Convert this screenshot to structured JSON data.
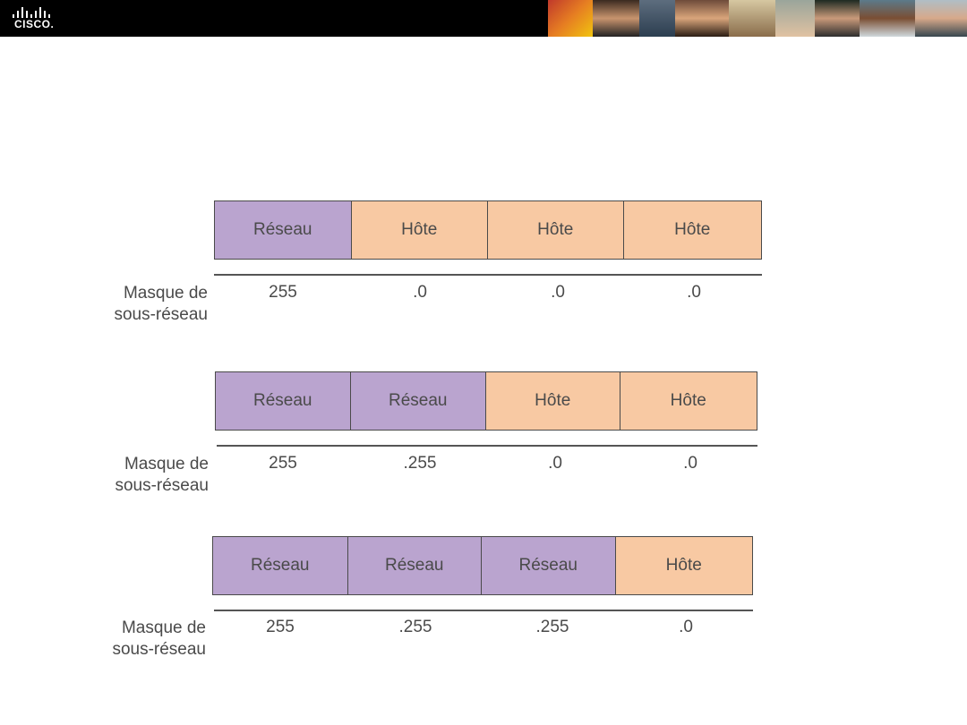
{
  "header": {
    "logo_text": "CISCO."
  },
  "mask_label_line1": "Masque de",
  "mask_label_line2": "sous-réseau",
  "rows": [
    {
      "cells": [
        {
          "label": "Réseau",
          "kind": "network"
        },
        {
          "label": "Hôte",
          "kind": "host"
        },
        {
          "label": "Hôte",
          "kind": "host"
        },
        {
          "label": "Hôte",
          "kind": "host"
        }
      ],
      "mask": [
        "255",
        ".0",
        ".0",
        ".0"
      ]
    },
    {
      "cells": [
        {
          "label": "Réseau",
          "kind": "network"
        },
        {
          "label": "Réseau",
          "kind": "network"
        },
        {
          "label": "Hôte",
          "kind": "host"
        },
        {
          "label": "Hôte",
          "kind": "host"
        }
      ],
      "mask": [
        "255",
        ".255",
        ".0",
        ".0"
      ]
    },
    {
      "cells": [
        {
          "label": "Réseau",
          "kind": "network"
        },
        {
          "label": "Réseau",
          "kind": "network"
        },
        {
          "label": "Réseau",
          "kind": "network"
        },
        {
          "label": "Hôte",
          "kind": "host"
        }
      ],
      "mask": [
        "255",
        ".255",
        ".255",
        ".0"
      ]
    }
  ],
  "colors": {
    "network": "#baa4cf",
    "host": "#f8c9a3",
    "header_bg": "#000000"
  }
}
